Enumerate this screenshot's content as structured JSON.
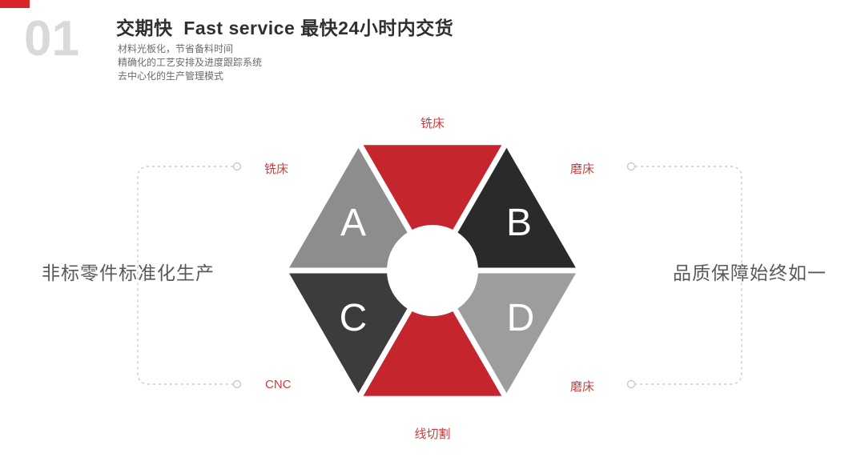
{
  "header": {
    "number": "01",
    "title": "交期快  Fast service 最快24小时内交货",
    "descriptions": [
      "材料光板化，节省备料时间",
      "精确化的工艺安排及进度跟踪系统",
      "去中心化的生产管理模式"
    ]
  },
  "left_caption": "非标零件标准化生产",
  "right_caption": "品质保障始终如一",
  "diagram": {
    "letters": {
      "A": "A",
      "B": "B",
      "C": "C",
      "D": "D"
    },
    "labels": {
      "top": "铣床",
      "left_top": "铣床",
      "right_top": "磨床",
      "left_bottom": "CNC",
      "right_bottom": "磨床",
      "bottom": "线切割"
    },
    "colors": {
      "accent_red": "#d9242b",
      "triangle_red": "#c5262d",
      "triangle_a_gray": "#8d8d8d",
      "triangle_b_dark": "#2a2a2a",
      "triangle_c_dark": "#3c3c3c",
      "triangle_d_gray": "#9d9d9d",
      "label_red": "#cf3c3c",
      "connector_gray": "#c9c9c9"
    }
  }
}
